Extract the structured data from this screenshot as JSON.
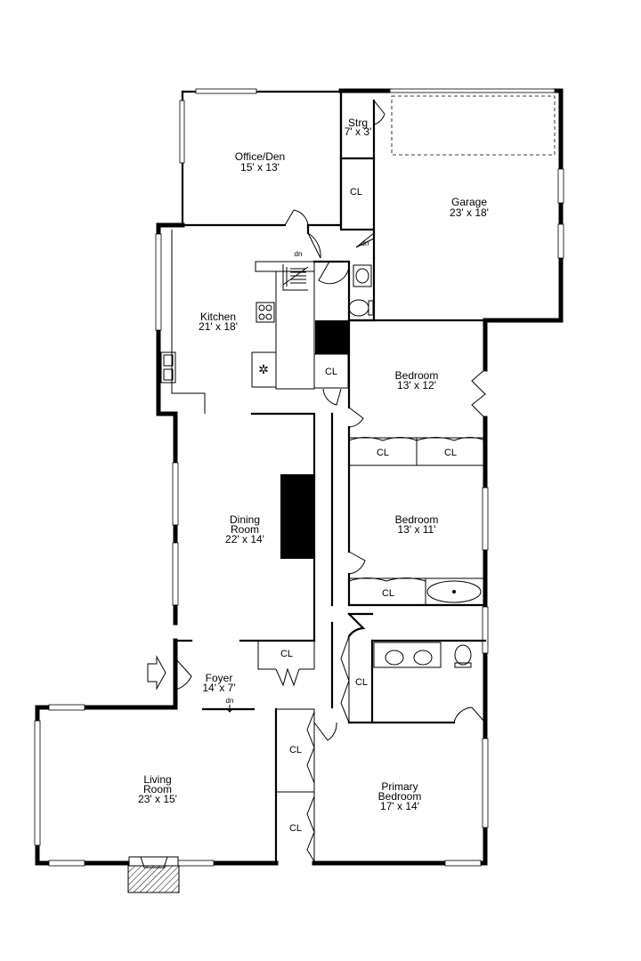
{
  "rooms": {
    "office": {
      "name": "Office/Den",
      "size": "15' x 13'"
    },
    "storage": {
      "name": "Strg",
      "size": "7' x 3'"
    },
    "garage": {
      "name": "Garage",
      "size": "23' x 18'"
    },
    "kitchen": {
      "name": "Kitchen",
      "size": "21' x 18'"
    },
    "bedroom1": {
      "name": "Bedroom",
      "size": "13' x 12'"
    },
    "dining": {
      "name_line1": "Dining",
      "name_line2": "Room",
      "size": "22' x 14'"
    },
    "bedroom2": {
      "name": "Bedroom",
      "size": "13' x 11'"
    },
    "foyer": {
      "name": "Foyer",
      "size": "14' x 7'"
    },
    "living": {
      "name_line1": "Living",
      "name_line2": "Room",
      "size": "23' x 15'"
    },
    "primary": {
      "name_line1": "Primary",
      "name_line2": "Bedroom",
      "size": "17' x 14'"
    }
  },
  "closet_label": "CL",
  "stairs_label": "dn",
  "icons": [
    "entry-arrow-icon",
    "stove-icon",
    "sink-icon",
    "toilet-icon",
    "bathtub-icon",
    "fireplace-icon",
    "refrigerator-icon"
  ]
}
